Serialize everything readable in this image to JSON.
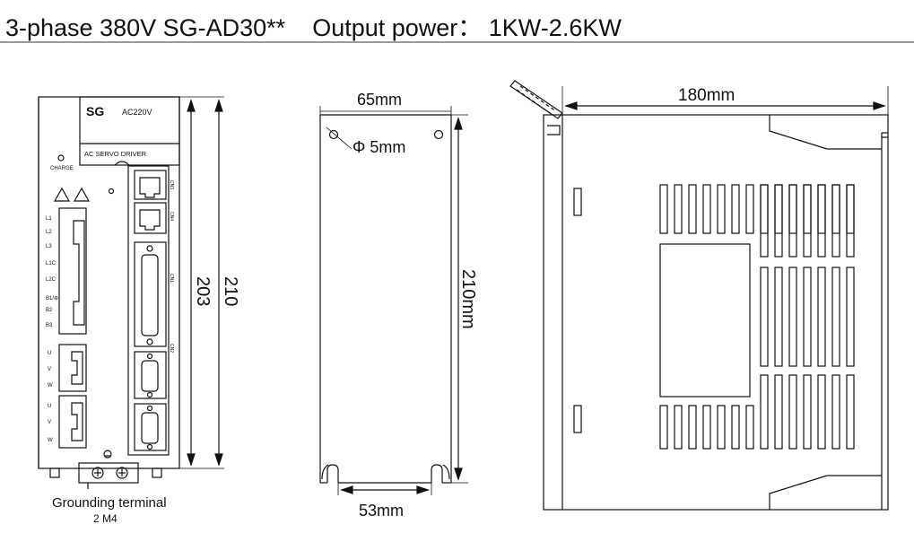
{
  "header": {
    "title": "3-phase 380V SG-AD30**    Output power： 1KW-2.6KW"
  },
  "front_view": {
    "brand": "SG",
    "voltage": "AC220V",
    "charge_label": "CHARGE",
    "panel_label": "AC SERVO DRIVER",
    "terminals_top": [
      "L1",
      "L2",
      "L3",
      "L1C",
      "L2C",
      "B1/⊕",
      "B2",
      "B3"
    ],
    "terminals_mid": [
      "U",
      "V",
      "W"
    ],
    "terminals_bottom": [
      "U",
      "V",
      "W"
    ],
    "port_labels": [
      "CN3",
      "CN4",
      "CN1",
      "CN2"
    ],
    "dim_inner": "203",
    "dim_outer": "210",
    "ground_label": "Grounding terminal",
    "ground_spec": "2  M4"
  },
  "mount_view": {
    "width_label": "65mm",
    "hole_label": "Φ 5mm",
    "height_label": "210mm",
    "slot_spacing_label": "53mm"
  },
  "side_view": {
    "depth_label": "180mm"
  }
}
